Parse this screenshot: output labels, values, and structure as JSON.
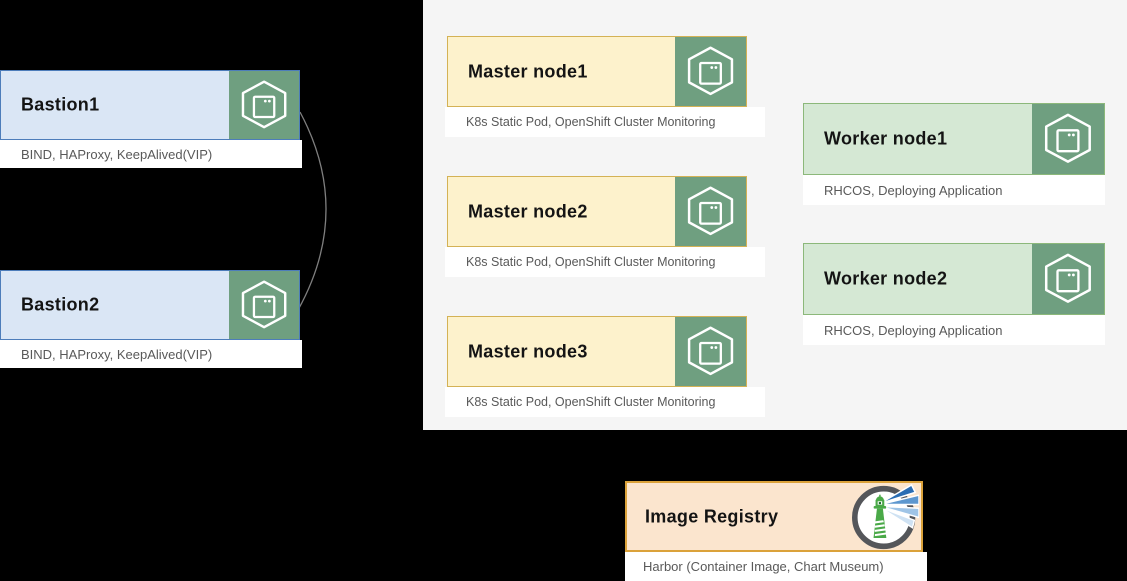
{
  "background": {
    "canvas_color": "#000000",
    "panel_color": "#f5f5f5"
  },
  "palette": {
    "bastion_fill": "#dae6f5",
    "bastion_border": "#4d7dba",
    "master_fill": "#fdf2cc",
    "master_border": "#d4b255",
    "worker_fill": "#d5e8d4",
    "worker_border": "#8cb87a",
    "registry_fill": "#fbe5ce",
    "registry_border": "#dba23a",
    "node_icon_green": "#6f9f80",
    "caption_text": "#595959",
    "connector_gray": "#7f7f7f",
    "harbor_ring_gray": "#54565a",
    "harbor_green": "#4aa948",
    "harbor_beam_blues": [
      "#2a6db3",
      "#5d97cf",
      "#9fc4e6",
      "#cfe2f3"
    ]
  },
  "nodes": {
    "bastion1": {
      "title": "Bastion1",
      "caption": "BIND, HAProxy, KeepAlived(VIP)"
    },
    "bastion2": {
      "title": "Bastion2",
      "caption": "BIND, HAProxy, KeepAlived(VIP)"
    },
    "master1": {
      "title": "Master node1",
      "caption": "K8s Static Pod, OpenShift Cluster Monitoring"
    },
    "master2": {
      "title": "Master node2",
      "caption": "K8s Static Pod, OpenShift Cluster Monitoring"
    },
    "master3": {
      "title": "Master node3",
      "caption": "K8s Static Pod, OpenShift Cluster Monitoring"
    },
    "worker1": {
      "title": "Worker node1",
      "caption": "RHCOS, Deploying Application"
    },
    "worker2": {
      "title": "Worker node2",
      "caption": "RHCOS, Deploying Application"
    },
    "registry": {
      "title": "Image Registry",
      "caption": "Harbor (Container Image, Chart Museum)"
    }
  },
  "icons": {
    "node_icon": "hexagon-node-icon",
    "registry_icon": "harbor-lighthouse-logo"
  }
}
